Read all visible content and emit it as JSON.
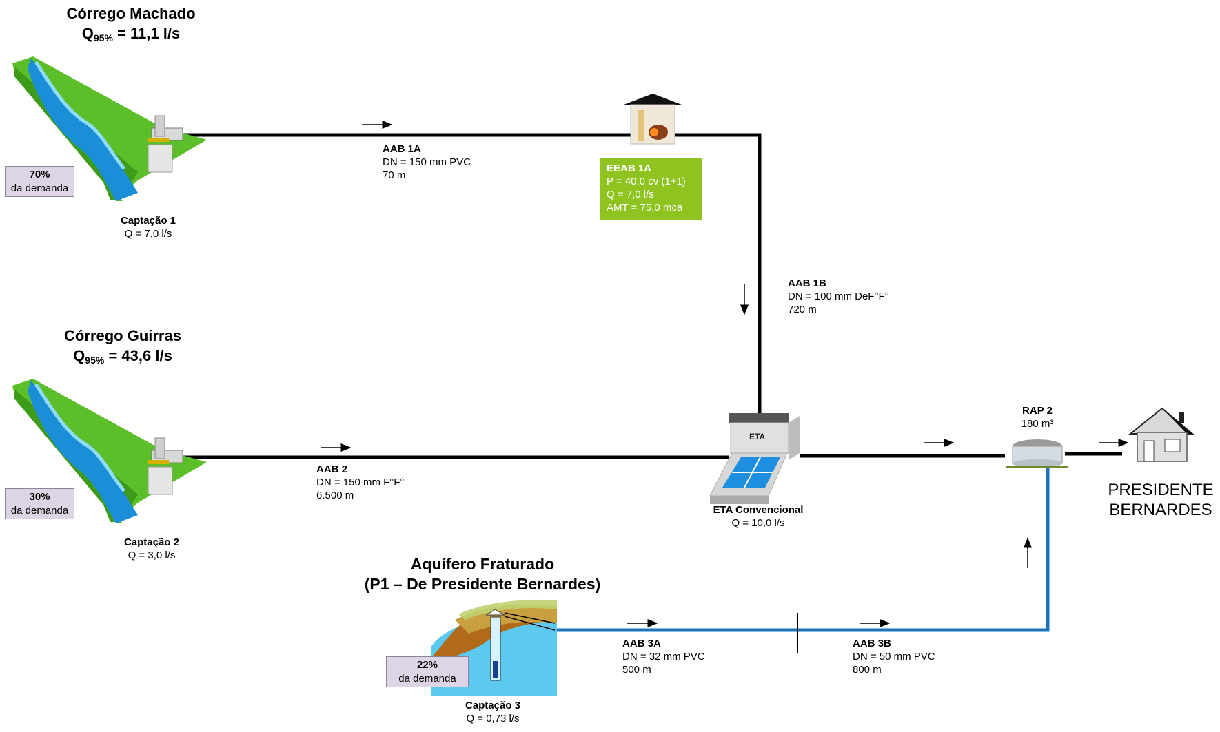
{
  "sources": {
    "machado": {
      "name": "Córrego Machado",
      "q_prefix": "Q",
      "q_sub": "95%",
      "q_value": "= 11,1 l/s"
    },
    "guirras": {
      "name": "Córrego Guirras",
      "q_prefix": "Q",
      "q_sub": "95%",
      "q_value": "= 43,6 l/s"
    },
    "aquifer": {
      "line1": "Aquífero Fraturado",
      "line2": "(P1 – De Presidente Bernardes)"
    }
  },
  "captacoes": [
    {
      "name": "Captação 1",
      "flow": "Q = 7,0 l/s",
      "pct": "70%",
      "pct_label": "da demanda"
    },
    {
      "name": "Captação 2",
      "flow": "Q = 3,0 l/s",
      "pct": "30%",
      "pct_label": "da demanda"
    },
    {
      "name": "Captação 3",
      "flow": "Q = 0,73 l/s",
      "pct": "22%",
      "pct_label": "da demanda"
    }
  ],
  "pipes": {
    "aab1a": {
      "name": "AAB 1A",
      "dn": "DN = 150 mm PVC",
      "length": "70 m"
    },
    "aab1b": {
      "name": "AAB 1B",
      "dn": "DN = 100 mm DeF°F°",
      "length": "720 m"
    },
    "aab2": {
      "name": "AAB 2",
      "dn": "DN = 150 mm F°F°",
      "length": "6.500 m"
    },
    "aab3a": {
      "name": "AAB 3A",
      "dn": "DN = 32 mm PVC",
      "length": "500 m"
    },
    "aab3b": {
      "name": "AAB 3B",
      "dn": "DN = 50 mm PVC",
      "length": "800 m"
    }
  },
  "eeab": {
    "name": "EEAB 1A",
    "power": "P = 40,0 cv (1+1)",
    "flow": "Q = 7,0 l/s",
    "amt": "AMT = 75,0 mca",
    "color": "#8fc31f"
  },
  "eta": {
    "icon_text": "ETA",
    "name": "ETA Convencional",
    "flow": "Q = 10,0 l/s"
  },
  "rap": {
    "name": "RAP 2",
    "volume": "180 m³"
  },
  "city": {
    "line1": "PRESIDENTE",
    "line2": "BERNARDES"
  },
  "colors": {
    "main_pipe": "#000000",
    "aquifer_pipe": "#1e73be",
    "pct_box": "#ddd5e6"
  }
}
